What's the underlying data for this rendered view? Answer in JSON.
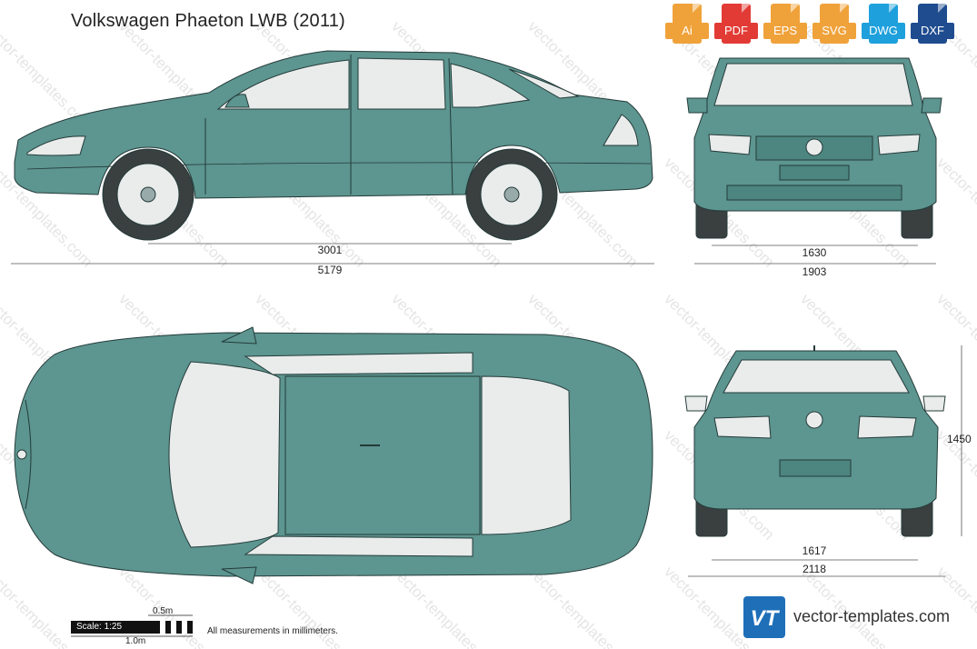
{
  "title": "Volkswagen Phaeton LWB (2011)",
  "formats": [
    {
      "label": "Ai",
      "color": "#f0a23a",
      "icon": "ai-file-icon"
    },
    {
      "label": "PDF",
      "color": "#e23b35",
      "icon": "pdf-file-icon"
    },
    {
      "label": "EPS",
      "color": "#f0a23a",
      "icon": "eps-file-icon"
    },
    {
      "label": "SVG",
      "color": "#f0a23a",
      "icon": "svg-file-icon"
    },
    {
      "label": "DWG",
      "color": "#1ea0dc",
      "icon": "dwg-file-icon"
    },
    {
      "label": "DXF",
      "color": "#1f4c8f",
      "icon": "dxf-file-icon"
    }
  ],
  "dimensions": {
    "wheelbase": "3001",
    "length": "5179",
    "front_track": "1630",
    "front_width": "1903",
    "rear_track": "1617",
    "rear_width": "2118",
    "height": "1450"
  },
  "scale": {
    "label": "Scale: 1:25",
    "half_meter": "0.5m",
    "one_meter": "1.0m"
  },
  "note": "All measurements in millimeters.",
  "brand": "vector-templates.com",
  "brand_logo": "VT",
  "watermark": "vector-templates.com",
  "colors": {
    "body": "#5d9590",
    "body_dark": "#3f6f6b",
    "glass": "#e9eceb",
    "tyre": "#3a3f40",
    "outline": "#243b39",
    "logo_blue": "#1e6fb8"
  }
}
